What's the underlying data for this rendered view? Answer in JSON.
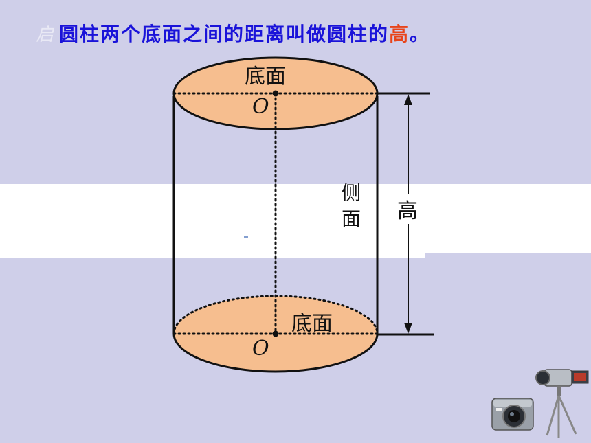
{
  "slide": {
    "ghost_text": "启",
    "title_main": "圆柱两个底面之间的距离叫做圆柱的",
    "title_highlight": "高",
    "title_end": "。"
  },
  "diagram": {
    "top_base_label": "底面",
    "bottom_base_label": "底面",
    "top_center_label": "O",
    "bottom_center_label": "O",
    "side_label": "侧面",
    "height_label": "高",
    "colors": {
      "base_fill": "#f6be8f",
      "outline": "#111111",
      "title_blue": "#1a13d9",
      "title_highlight": "#e8441a",
      "background": "#cfcfe9"
    }
  },
  "decor": {
    "camera_icon": "camera-icon"
  }
}
